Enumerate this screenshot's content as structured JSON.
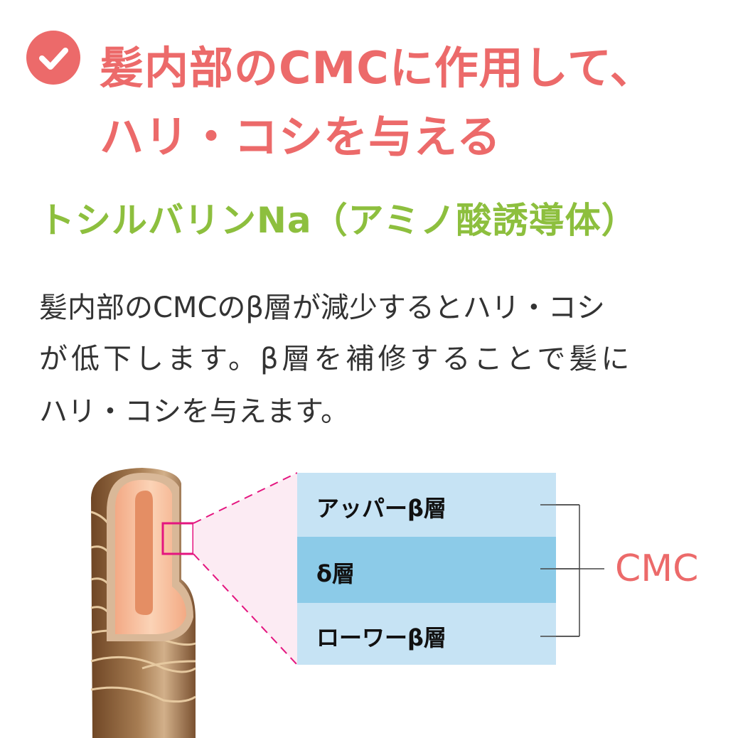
{
  "heading": {
    "icon": "check-circle-icon",
    "line1": "髪内部のCMCに作用して、",
    "line2": "ハリ・コシを与える"
  },
  "ingredient": "トシルバリンNa（アミノ酸誘導体）",
  "description": {
    "line1": "髪内部のCMCのβ層が減少するとハリ・コシ",
    "line2": "が低下します。β層を補修することで髪に",
    "line3": "ハリ・コシを与えます。"
  },
  "diagram": {
    "layers": [
      {
        "label": "アッパーβ層",
        "color": "#c6e3f4"
      },
      {
        "label": "δ層",
        "color": "#8ccbe8"
      },
      {
        "label": "ローワーβ層",
        "color": "#c6e3f4"
      }
    ],
    "group_label": "CMC"
  },
  "colors": {
    "accent": "#ec6a6a",
    "green": "#8dbf3e",
    "magenta": "#e4157f"
  }
}
